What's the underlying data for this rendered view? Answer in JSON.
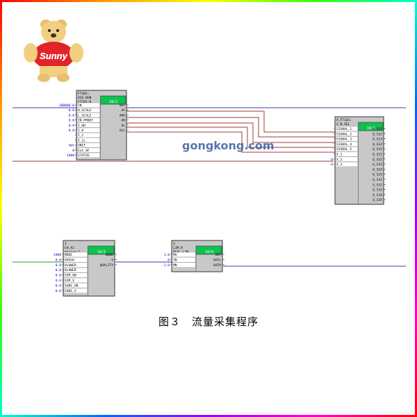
{
  "logo": {
    "brand_text": "Sunny"
  },
  "watermark": "gongkong.com",
  "caption": "图３　流量采集程序",
  "blocks": {
    "ft_block": {
      "header": [
        "FT101:",
        "AIA_RUN",
        "FT101:R"
      ],
      "runtime": "10/1",
      "inputs": [
        "IN",
        "H_SCALE",
        "L_SCALE",
        "IN_PRNEY",
        "I_HH",
        "I_H",
        "I_L",
        "I_LL",
        "UNIT",
        "Ext_AF",
        "STATUS"
      ],
      "input_values": [
        "200000.0",
        "0.0",
        "0.0",
        "0.0",
        "0.0",
        "0.0",
        "",
        "",
        "Sm%",
        "0",
        "10#0"
      ],
      "outputs": [
        "OUT",
        "AF",
        "AHH",
        "AH",
        "AL",
        "ALL"
      ]
    },
    "sel_block": {
      "header": [
        "A_FT101:",
        "S_N_SEL",
        "A_FT101"
      ],
      "runtime": "10/2",
      "inputs": [
        "SIGNAL_1",
        "SIGNAL_2",
        "SIGNAL_3",
        "SIGNAL_4",
        "SIGNAL_5",
        "X_1",
        "X_2",
        "X_3"
      ],
      "input_values": [
        "",
        "",
        "",
        "",
        "",
        "",
        "0",
        "0"
      ],
      "outputs": [
        "Q_S11",
        "Q_S12",
        "Q_S13",
        "Q_S14",
        "Q_S15",
        "Q_S21",
        "Q_S22",
        "Q_S23",
        "Q_S24",
        "Q_S25",
        "Q_S31",
        "Q_S32",
        "Q_S33",
        "Q_S34",
        "Q_S35"
      ]
    },
    "ai_block": {
      "header": [
        "1",
        "CH_AI",
        "Analog I"
      ],
      "runtime": "10/3",
      "inputs": [
        "MODE",
        "VHIGH",
        "VLOWER",
        "VLOWER",
        "SIM_ON",
        "SIM_V",
        "SUBS_ON",
        "SUBS_V"
      ],
      "input_values": [
        "10#0",
        "0.0",
        "0.0",
        "0.0",
        "0.0",
        "0.0",
        "0.0",
        "0.0"
      ],
      "outputs": [
        "QBAD",
        "V",
        "QUALITY"
      ]
    },
    "lim_block": {
      "header": [
        "2",
        "LIM_R",
        "REAL-LIM"
      ],
      "runtime": "10/4",
      "inputs": [
        "MX",
        "IN",
        "MN"
      ],
      "input_values": [
        "1.0",
        "0",
        "-1.0"
      ],
      "outputs": [
        "OUT",
        "OUTL",
        "OUTH"
      ]
    }
  },
  "colors": {
    "wire_red": "#a03a3a",
    "wire_blue": "#3a3aaa",
    "wire_green": "#2a9a2a",
    "block_fill": "#c8c8c8",
    "header_green": "#10c050"
  }
}
